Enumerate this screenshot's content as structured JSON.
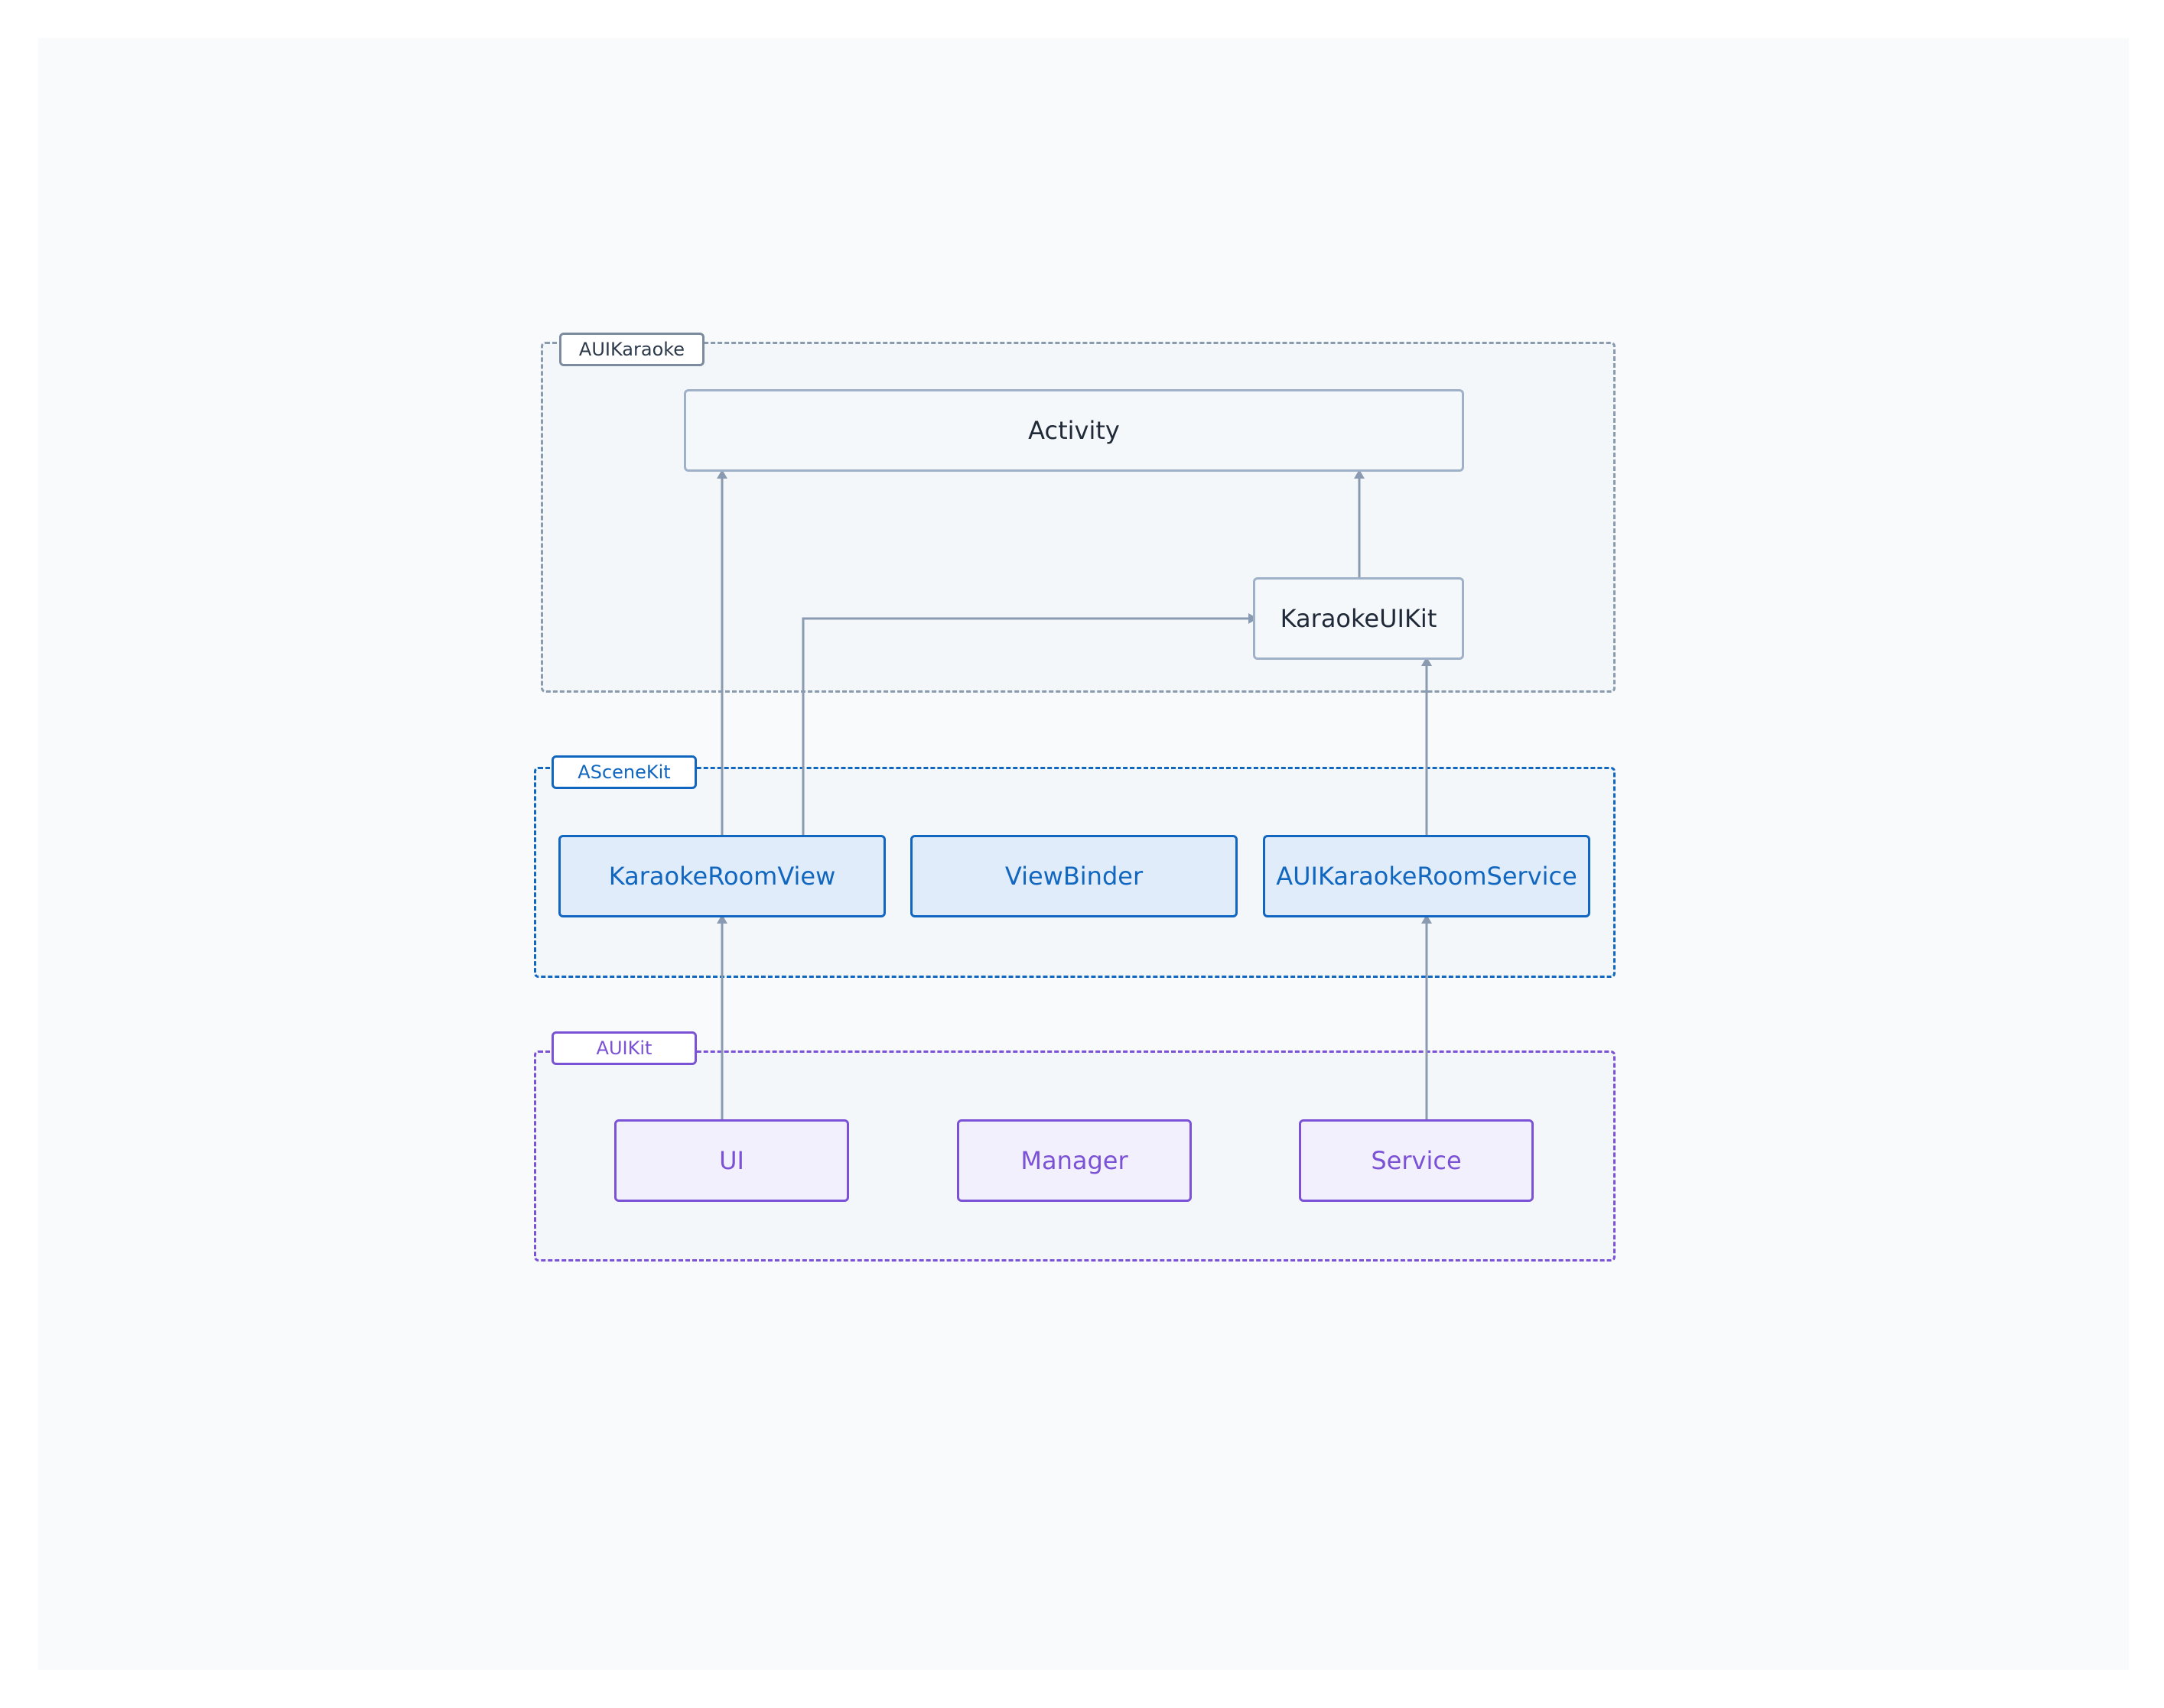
{
  "groups": {
    "auikaraoke": "AUIKaraoke",
    "ascenes": "ASceneKit",
    "auikit": "AUIKit"
  },
  "nodes": {
    "activity": "Activity",
    "karaoke_ui_kit": "KaraokeUIKit",
    "karaoke_room_view": "KaraokeRoomView",
    "view_binder": "ViewBinder",
    "room_service": "AUIKaraokeRoomService",
    "ui": "UI",
    "manager": "Manager",
    "service": "Service"
  },
  "edges": [
    {
      "from": "KaraokeRoomView",
      "to": "Activity"
    },
    {
      "from": "KaraokeRoomView",
      "to": "KaraokeUIKit"
    },
    {
      "from": "KaraokeUIKit",
      "to": "Activity"
    },
    {
      "from": "AUIKaraokeRoomService",
      "to": "KaraokeUIKit"
    },
    {
      "from": "UI",
      "to": "KaraokeRoomView"
    },
    {
      "from": "Service",
      "to": "AUIKaraokeRoomService"
    }
  ],
  "colors": {
    "edge": "#8a9ab0",
    "gray_border": "#9fb1c8",
    "blue": "#1167bf",
    "purple": "#7b52d6"
  }
}
